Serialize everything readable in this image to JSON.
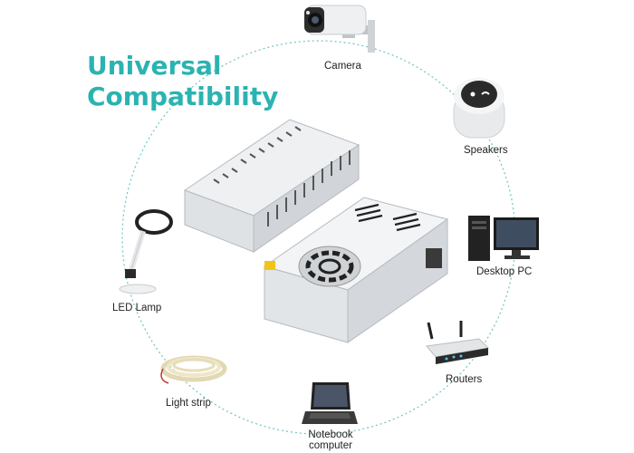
{
  "headline": {
    "line1": "Universal",
    "line2": "Compatibility"
  },
  "colors": {
    "accent": "#2bb3b1",
    "ring": "#6cc5c3",
    "device_body": "#e9ecee",
    "device_dark": "#2a2a2a"
  },
  "devices": [
    {
      "label": "Camera",
      "icon": "security-camera-icon"
    },
    {
      "label": "Speakers",
      "icon": "smart-speaker-icon"
    },
    {
      "label": "Desktop PC",
      "icon": "desktop-pc-icon"
    },
    {
      "label": "Routers",
      "icon": "router-icon"
    },
    {
      "label": "Notebook computer",
      "icon": "laptop-icon"
    },
    {
      "label": "Light strip",
      "icon": "led-strip-icon"
    },
    {
      "label": "LED Lamp",
      "icon": "desk-lamp-icon"
    }
  ],
  "product": {
    "icon": "power-supply-icon"
  }
}
